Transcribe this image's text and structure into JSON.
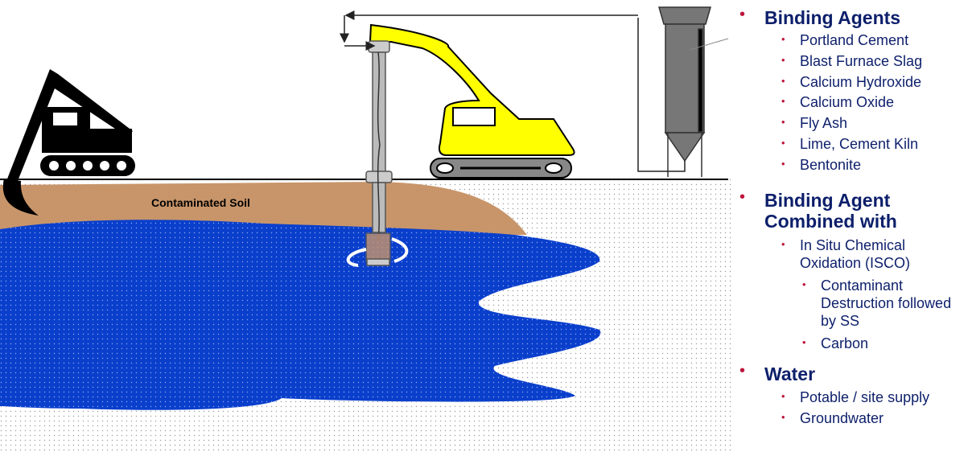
{
  "diagram": {
    "soil_label": "Contaminated Soil",
    "colors": {
      "soil": "#c8956a",
      "groundwater": "#0a3fcc",
      "excavator": "#ffff00",
      "bullet": "#c0143c",
      "text": "#0d1f6b"
    }
  },
  "sections": [
    {
      "heading": "Binding Agents",
      "items": [
        "Portland Cement",
        "Blast Furnace Slag",
        "Calcium Hydroxide",
        "Calcium Oxide",
        "Fly Ash",
        "Lime, Cement Kiln",
        "Bentonite"
      ]
    },
    {
      "heading_lines": [
        "Binding Agent",
        "Combined with"
      ],
      "items": [
        {
          "lines": [
            "In Situ Chemical",
            "Oxidation (ISCO)"
          ],
          "sub_items": [
            {
              "lines": [
                "Contaminant",
                "Destruction followed",
                "by SS"
              ]
            },
            {
              "lines": [
                "Carbon"
              ]
            }
          ]
        }
      ]
    },
    {
      "heading": "Water",
      "items": [
        "Potable / site supply",
        "Groundwater"
      ]
    }
  ]
}
